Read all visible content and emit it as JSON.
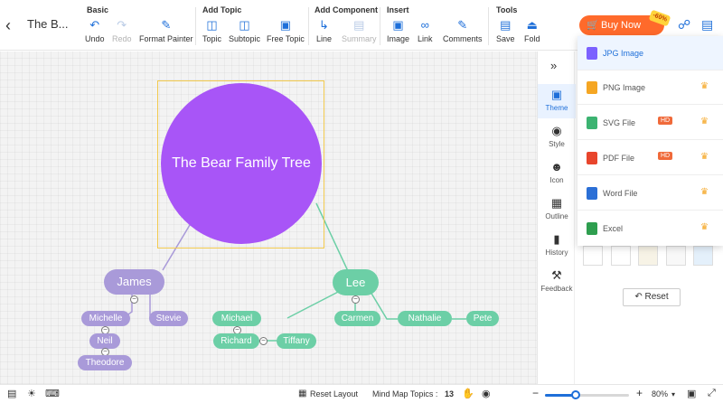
{
  "doc_title": "The B...",
  "groups": {
    "basic": "Basic",
    "add_topic": "Add Topic",
    "add_component": "Add Component",
    "insert": "Insert",
    "tools": "Tools"
  },
  "tools": {
    "undo": "Undo",
    "redo": "Redo",
    "format_painter": "Format Painter",
    "topic": "Topic",
    "subtopic": "Subtopic",
    "free_topic": "Free Topic",
    "line": "Line",
    "summary": "Summary",
    "image": "Image",
    "link": "Link",
    "comments": "Comments",
    "save": "Save",
    "fold": "Fold"
  },
  "buy_now": {
    "label": "Buy Now",
    "discount": "-60%",
    "accent": "#ff6a2b"
  },
  "mindmap": {
    "root": "The Bear Family Tree",
    "james": "James",
    "michelle": "Michelle",
    "stevie": "Stevie",
    "neil": "Neil",
    "theodore": "Theodore",
    "lee": "Lee",
    "michael": "Michael",
    "richard": "Richard",
    "tiffany": "Tiffany",
    "carmen": "Carmen",
    "nathalie": "Nathalie",
    "pete": "Pete",
    "colors": {
      "root": "#a855f7",
      "purple_branch": "#a99ad9",
      "green_branch": "#6ccfa6"
    }
  },
  "rail": {
    "theme": "Theme",
    "style": "Style",
    "icon": "Icon",
    "outline": "Outline",
    "history": "History",
    "feedback": "Feedback"
  },
  "export_menu": [
    {
      "label": "JPG Image",
      "hd": "",
      "color": "#7b61ff"
    },
    {
      "label": "PNG Image",
      "hd": "",
      "color": "#f5a623"
    },
    {
      "label": "SVG File",
      "hd": "HD",
      "color": "#3cb371"
    },
    {
      "label": "PDF File",
      "hd": "HD",
      "color": "#e8452c"
    },
    {
      "label": "Word File",
      "hd": "",
      "color": "#2b6fd6"
    },
    {
      "label": "Excel",
      "hd": "",
      "color": "#2e9e4f"
    }
  ],
  "panel": {
    "reset": "Reset"
  },
  "status": {
    "reset_layout": "Reset Layout",
    "topics_label": "Mind Map Topics :",
    "topics_count": "13",
    "zoom": "80%",
    "zoom_fraction": 0.37
  }
}
